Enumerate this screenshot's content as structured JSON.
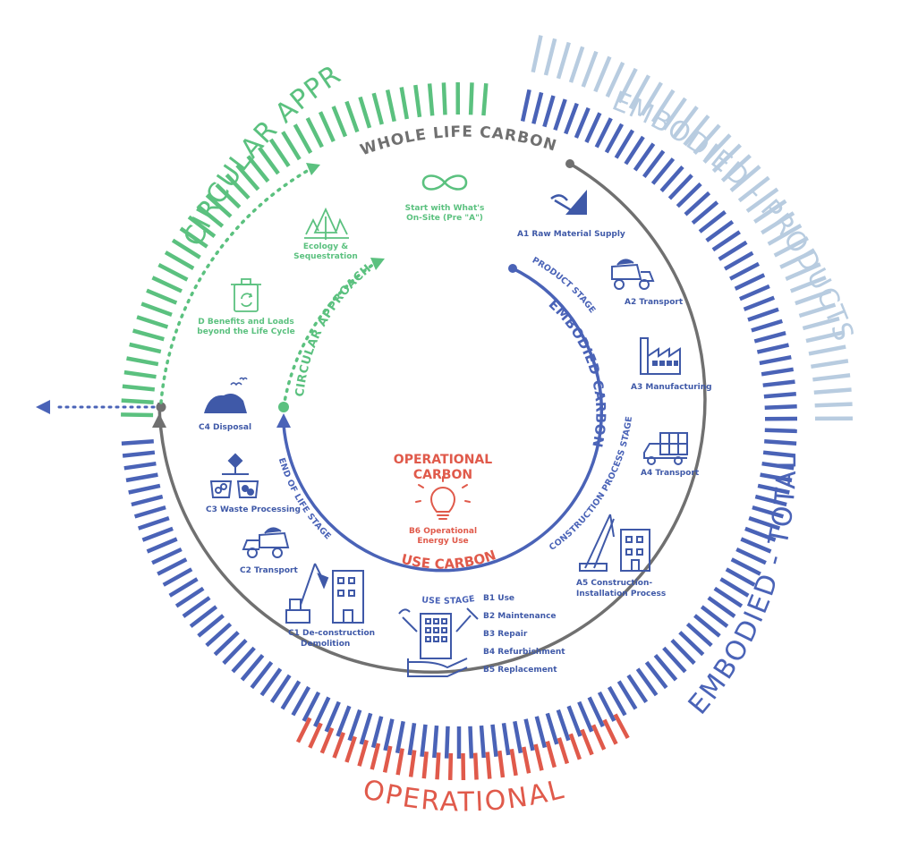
{
  "colors": {
    "green": "#5BC17F",
    "blue": "#4A63B7",
    "light_blue": "#B8CCE0",
    "red": "#E05A4B",
    "gray": "#707070",
    "icon_blue": "#3F59A8"
  },
  "outer_labels": {
    "circular_approach": "CIRCULAR APPROACH",
    "embodied_products": "EMBODIED - PRODUCTS",
    "embodied_total": "EMBODIED - TOTAL",
    "operational": "OPERATIONAL"
  },
  "rings": {
    "whole_life_carbon": "WHOLE LIFE CARBON",
    "circular_approach_inner": "CIRCULAR APPROACH",
    "product_stage": "PRODUCT STAGE",
    "embodied_carbon": "EMBODIED CARBON",
    "construction_process_stage": "CONSTRUCTION PROCESS STAGE",
    "end_of_life_stage": "END OF LIFE STAGE",
    "use_stage": "USE STAGE",
    "use_carbon": "USE CARBON"
  },
  "center": {
    "operational_line1": "OPERATIONAL",
    "operational_line2": "CARBON",
    "b6_line1": "B6 Operational",
    "b6_line2": "Energy Use"
  },
  "pre_a": {
    "line1": "Start with What's",
    "line2": "On-Site (Pre \"A\")",
    "icon": "infinity-icon"
  },
  "ecology": {
    "line1": "Ecology &",
    "line2": "Sequestration",
    "icon": "trees-icon"
  },
  "module_d": {
    "line1": "D  Benefits and Loads",
    "line2": "beyond the Life Cycle",
    "icon": "recycle-bin-icon"
  },
  "stages": {
    "a1": {
      "label": "A1  Raw Material Supply",
      "icon": "mining-icon"
    },
    "a2": {
      "label": "A2  Transport",
      "icon": "dump-truck-icon"
    },
    "a3": {
      "label": "A3  Manufacturing",
      "icon": "factory-icon"
    },
    "a4": {
      "label": "A4  Transport",
      "icon": "delivery-truck-icon"
    },
    "a5": {
      "line1": "A5  Construction-",
      "line2": "Installation Process",
      "icon": "crane-icon"
    },
    "c1": {
      "line1": "C1  De-construction",
      "line2": "Demolition",
      "icon": "excavator-icon"
    },
    "c2": {
      "label": "C2  Transport",
      "icon": "dump-truck-icon"
    },
    "c3": {
      "label": "C3  Waste Processing",
      "icon": "waste-sorting-icon"
    },
    "c4": {
      "label": "C4  Disposal",
      "icon": "landfill-icon"
    }
  },
  "b_modules": {
    "icon": "maintenance-building-icon",
    "items": [
      "B1  Use",
      "B2  Maintenance",
      "B3  Repair",
      "B4  Refurbishment",
      "B5  Replacement"
    ]
  }
}
